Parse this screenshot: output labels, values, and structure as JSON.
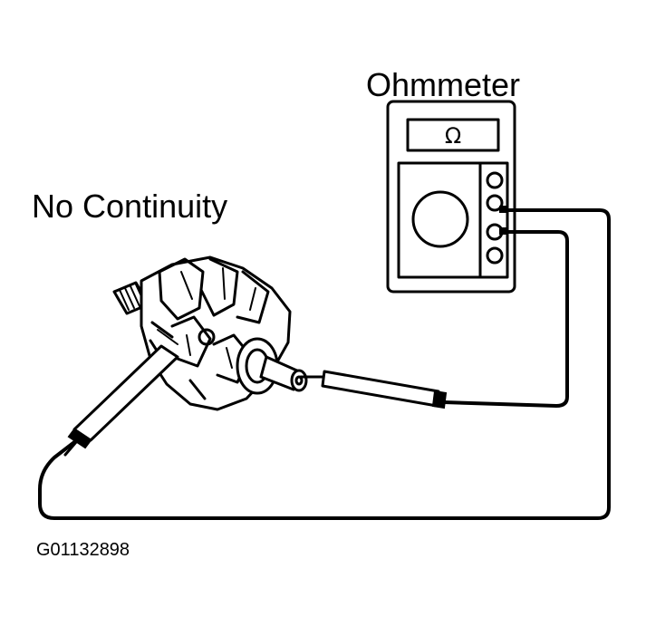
{
  "labels": {
    "ohmmeter": "Ohmmeter",
    "condition": "No Continuity",
    "figure_id": "G01132898"
  },
  "meter": {
    "display_symbol": "Ω"
  },
  "icons": {
    "meter": "ohmmeter-icon",
    "rotor": "alternator-rotor-icon",
    "probe": "test-probe-icon"
  }
}
